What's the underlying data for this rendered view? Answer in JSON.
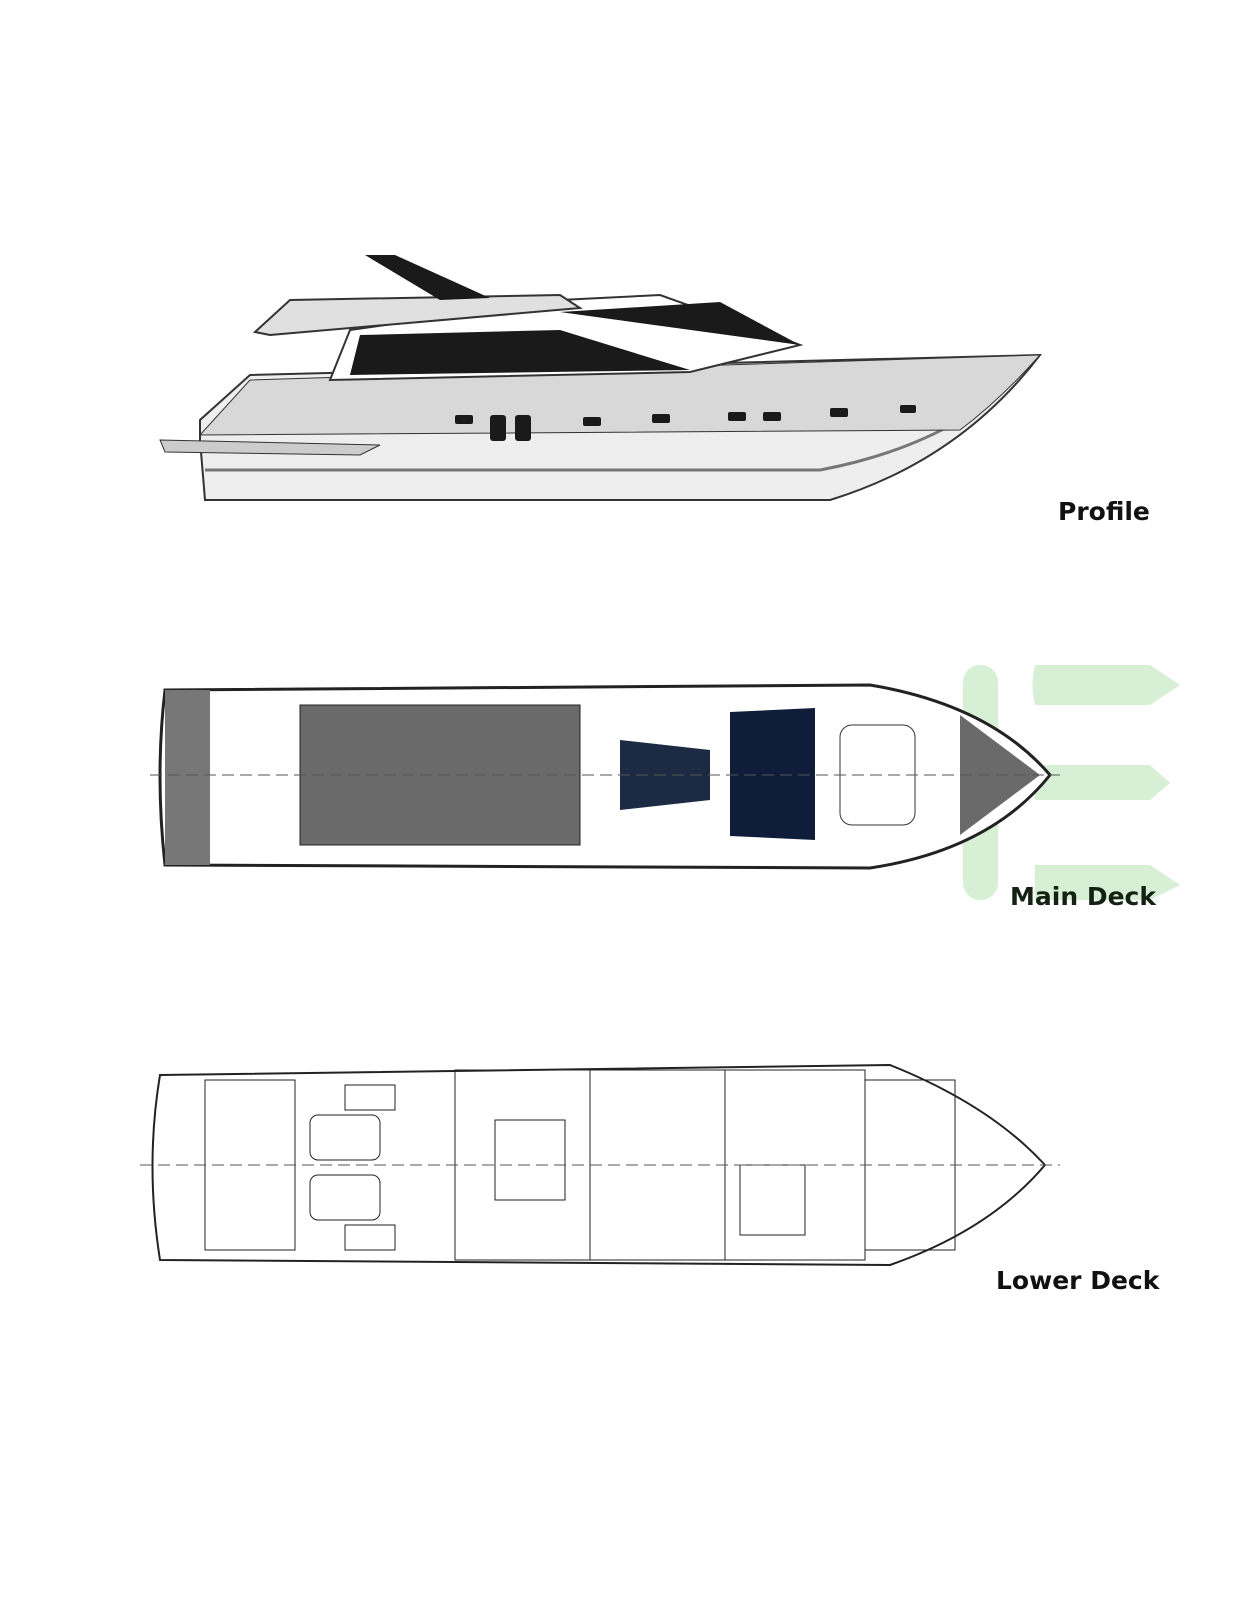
{
  "labels": {
    "profile": "Profile",
    "main_deck": "Main Deck",
    "lower_deck": "Lower Deck"
  },
  "colors": {
    "hull": "#f2f2f2",
    "glass": "#1a1a1a",
    "deck": "#5e5e5e",
    "watermark": "#cdeccb",
    "line": "#222222"
  }
}
